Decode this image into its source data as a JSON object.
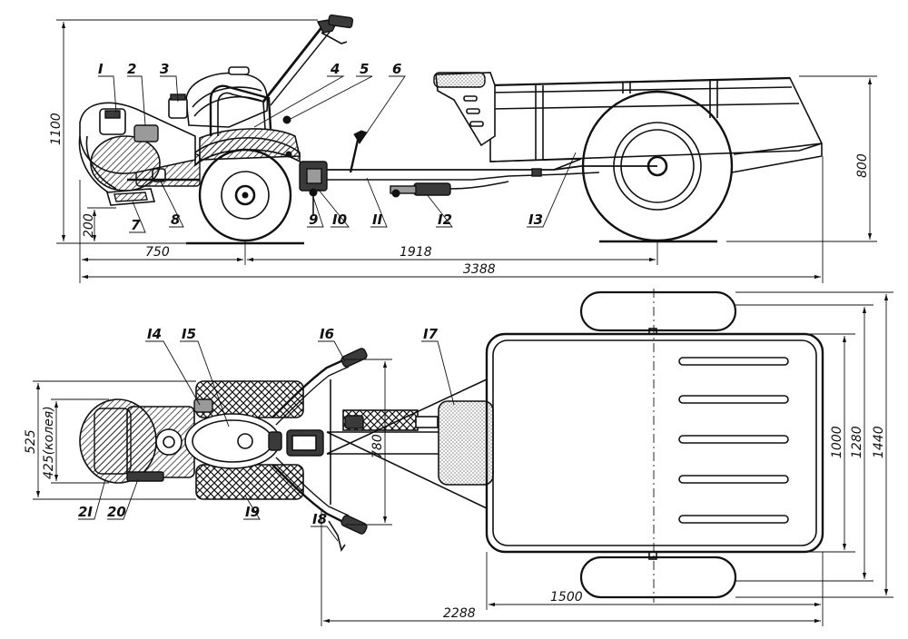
{
  "callouts": {
    "c1": "I",
    "c2": "2",
    "c3": "3",
    "c4": "4",
    "c5": "5",
    "c6": "6",
    "c7": "7",
    "c8": "8",
    "c9": "9",
    "c10": "I0",
    "c11": "II",
    "c12": "I2",
    "c13": "I3",
    "c14": "I4",
    "c15": "I5",
    "c16": "I6",
    "c17": "I7",
    "c18": "I8",
    "c19": "I9",
    "c20": "20",
    "c21": "2I"
  },
  "dimensions": {
    "height_total": "1100",
    "trailer_height": "800",
    "ground_clearance": "200",
    "front_overhang": "750",
    "wheelbase": "1918",
    "overall_length": "3388",
    "tractor_width": "525",
    "track_gauge": "425(колея)",
    "handle_span": "780",
    "trailer_width": "1000",
    "trailer_outer_width": "1280",
    "overall_width": "1440",
    "trailer_body_length": "1500",
    "trailer_total_length": "2288"
  }
}
